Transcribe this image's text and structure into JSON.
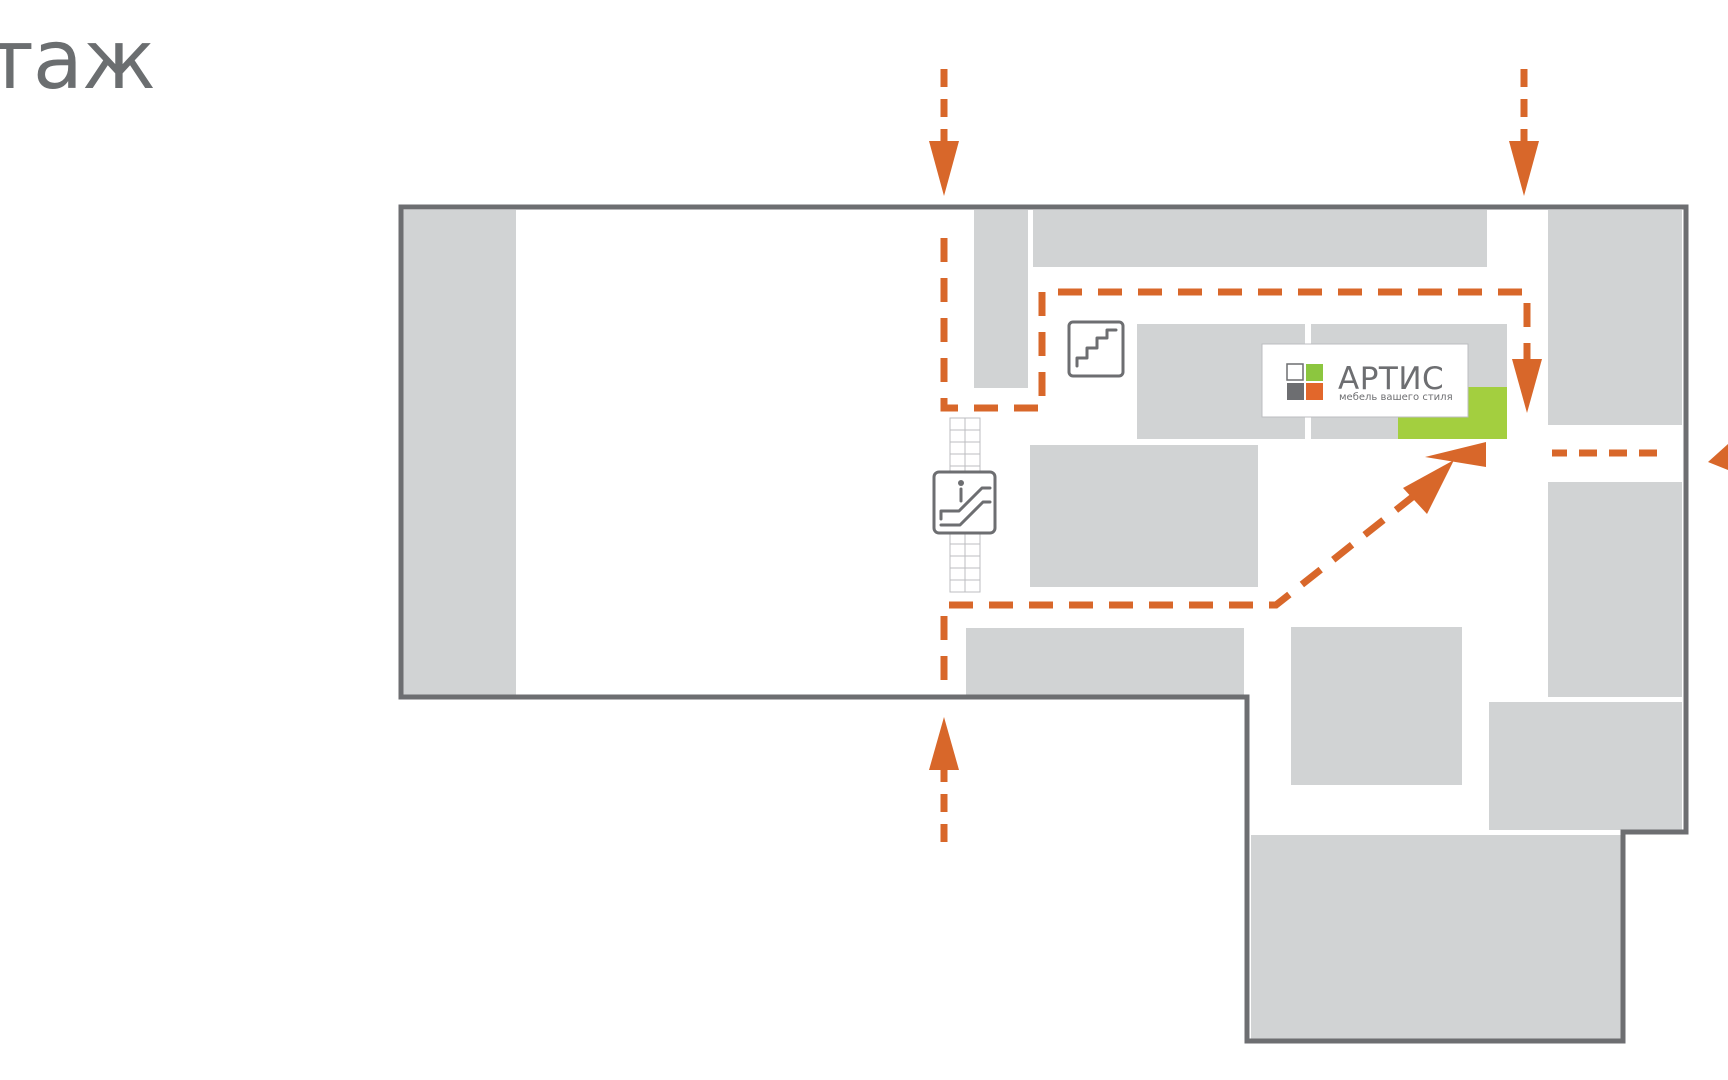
{
  "header": {
    "floor_title": "таж"
  },
  "store": {
    "name": "АРТИС",
    "tagline": "мебель вашего стиля"
  },
  "legend_icons": {
    "stairs": "stairs-icon",
    "escalator": "escalator-icon"
  },
  "colors": {
    "wall": "#6d6e71",
    "room": "#d1d3d4",
    "route": "#d8672a",
    "highlight": "#a3cf3f",
    "logo_orange": "#e2672b",
    "logo_green": "#8cc63f",
    "logo_gray": "#6d6e71",
    "text": "#6b6e70"
  }
}
